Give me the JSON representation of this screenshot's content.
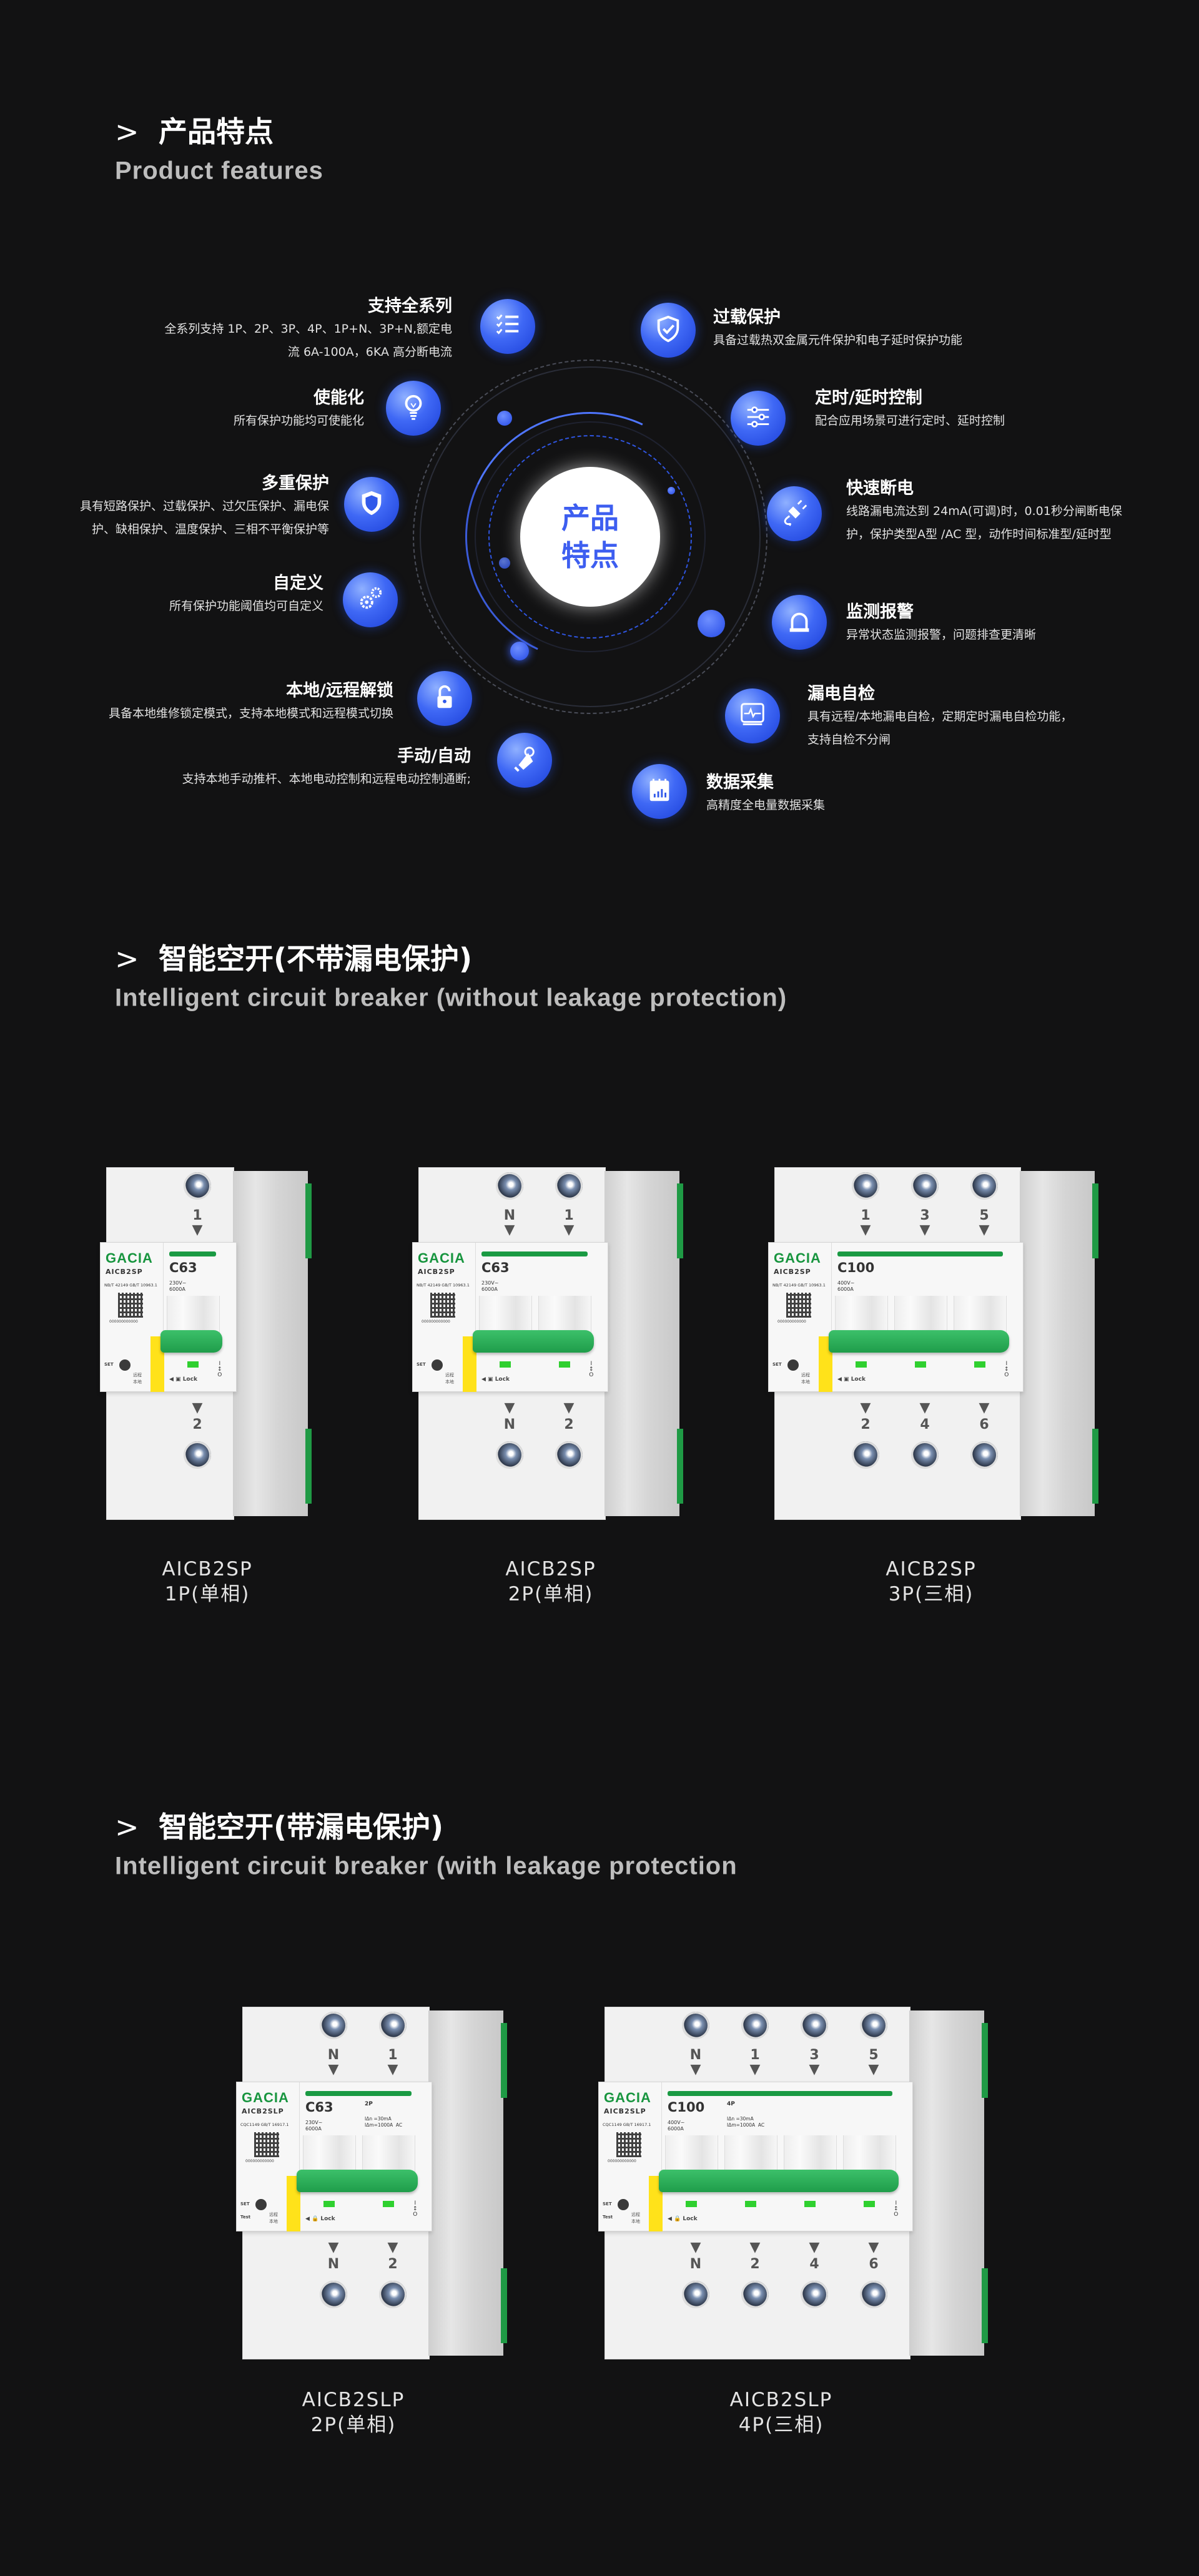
{
  "section_features": {
    "chevron": ">",
    "title": "产品特点",
    "subtitle": "Product features",
    "center_label": [
      "产品",
      "特点"
    ],
    "accent_color": "#3d5ef0",
    "left_items": [
      {
        "title": "支持全系列",
        "desc": [
          "全系列支持 1P、2P、3P、4P、1P+N、3P+N,额定电",
          "流 6A-100A，6KA 高分断电流"
        ],
        "icon": "checklist-icon"
      },
      {
        "title": "使能化",
        "desc": [
          "所有保护功能均可使能化"
        ],
        "icon": "lightbulb-icon"
      },
      {
        "title": "多重保护",
        "desc": [
          "具有短路保护、过载保护、过欠压保护、漏电保",
          "护、缺相保护、温度保护、三相不平衡保护等"
        ],
        "icon": "shield-icon"
      },
      {
        "title": "自定义",
        "desc": [
          "所有保护功能阈值均可自定义"
        ],
        "icon": "gears-icon"
      },
      {
        "title": "本地/远程解锁",
        "desc": [
          "具备本地维修锁定模式，支持本地模式和远程模式切换"
        ],
        "icon": "unlock-icon"
      },
      {
        "title": "手动/自动",
        "desc": [
          "支持本地手动推杆、本地电动控制和远程电动控制通断;"
        ],
        "icon": "hand-pointer-icon"
      }
    ],
    "right_items": [
      {
        "title": "过载保护",
        "desc": [
          "具备过载热双金属元件保护和电子延时保护功能"
        ],
        "icon": "shield-check-icon"
      },
      {
        "title": "定时/延时控制",
        "desc": [
          "配合应用场景可进行定时、延时控制"
        ],
        "icon": "sliders-icon"
      },
      {
        "title": "快速断电",
        "desc": [
          "线路漏电流达到 24mA(可调)时，0.01秒分闸断电保",
          "护，保护类型A型 /AC 型，动作时间标准型/延时型"
        ],
        "icon": "plug-icon"
      },
      {
        "title": "监测报警",
        "desc": [
          "异常状态监测报警，问题排查更清晰"
        ],
        "icon": "alarm-light-icon"
      },
      {
        "title": "漏电自检",
        "desc": [
          "具有远程/本地漏电自检，定期定时漏电自检功能，",
          "支持自检不分闸"
        ],
        "icon": "monitor-pulse-icon"
      },
      {
        "title": "数据采集",
        "desc": [
          "高精度全电量数据采集"
        ],
        "icon": "calendar-chart-icon"
      }
    ]
  },
  "section_no_leakage": {
    "chevron": ">",
    "title": "智能空开(不带漏电保护)",
    "subtitle": "Intelligent circuit breaker (without leakage protection)",
    "products": [
      {
        "model": "AICB2SP",
        "variant": "1P(单相)",
        "brand": "GACIA",
        "rating": "C63",
        "specs": "230V~\n6000A",
        "certs": "NB/T 42149  GB/T 10963.1",
        "serial": "000000000000",
        "top": [
          "1"
        ],
        "bottom": [
          "2"
        ]
      },
      {
        "model": "AICB2SP",
        "variant": "2P(单相)",
        "brand": "GACIA",
        "rating": "C63",
        "specs": "230V~\n6000A",
        "certs": "NB/T 42149  GB/T 10963.1",
        "serial": "000000000000",
        "top": [
          "N",
          "1"
        ],
        "bottom": [
          "N",
          "2"
        ]
      },
      {
        "model": "AICB2SP",
        "variant": "3P(三相)",
        "brand": "GACIA",
        "rating": "C100",
        "specs": "400V~\n6000A",
        "certs": "NB/T 42149  GB/T 10963.1",
        "serial": "000000000000",
        "top": [
          "1",
          "3",
          "5"
        ],
        "bottom": [
          "2",
          "4",
          "6"
        ]
      }
    ]
  },
  "section_leakage": {
    "chevron": ">",
    "title": "智能空开(带漏电保护)",
    "subtitle": "Intelligent circuit breaker (with leakage protection",
    "products": [
      {
        "model": "AICB2SLP",
        "variant": "2P(单相)",
        "brand": "GACIA",
        "rating": "C63",
        "poles_tag": "2P",
        "specs": "230V~\n6000A",
        "leak": "IΔn =30mA\nIΔm=1000A  AC",
        "certs": "CQC1149  GB/T 16917.1",
        "serial": "000000000000",
        "top": [
          "N",
          "1"
        ],
        "bottom": [
          "N",
          "2"
        ]
      },
      {
        "model": "AICB2SLP",
        "variant": "4P(三相)",
        "brand": "GACIA",
        "rating": "C100",
        "poles_tag": "4P",
        "specs": "400V~\n6000A",
        "leak": "IΔn =30mA\nIΔm=1000A  AC",
        "certs": "CQC1149  GB/T 16917.1",
        "serial": "000000000000",
        "top": [
          "N",
          "1",
          "3",
          "5"
        ],
        "bottom": [
          "N",
          "2",
          "4",
          "6"
        ]
      }
    ]
  },
  "breaker_labels": {
    "set": "SET",
    "test": "Test",
    "remote": "远程",
    "local": "本地",
    "lock": "◀ 🔒 Lock",
    "lock_text": "◀ ▣ Lock"
  }
}
